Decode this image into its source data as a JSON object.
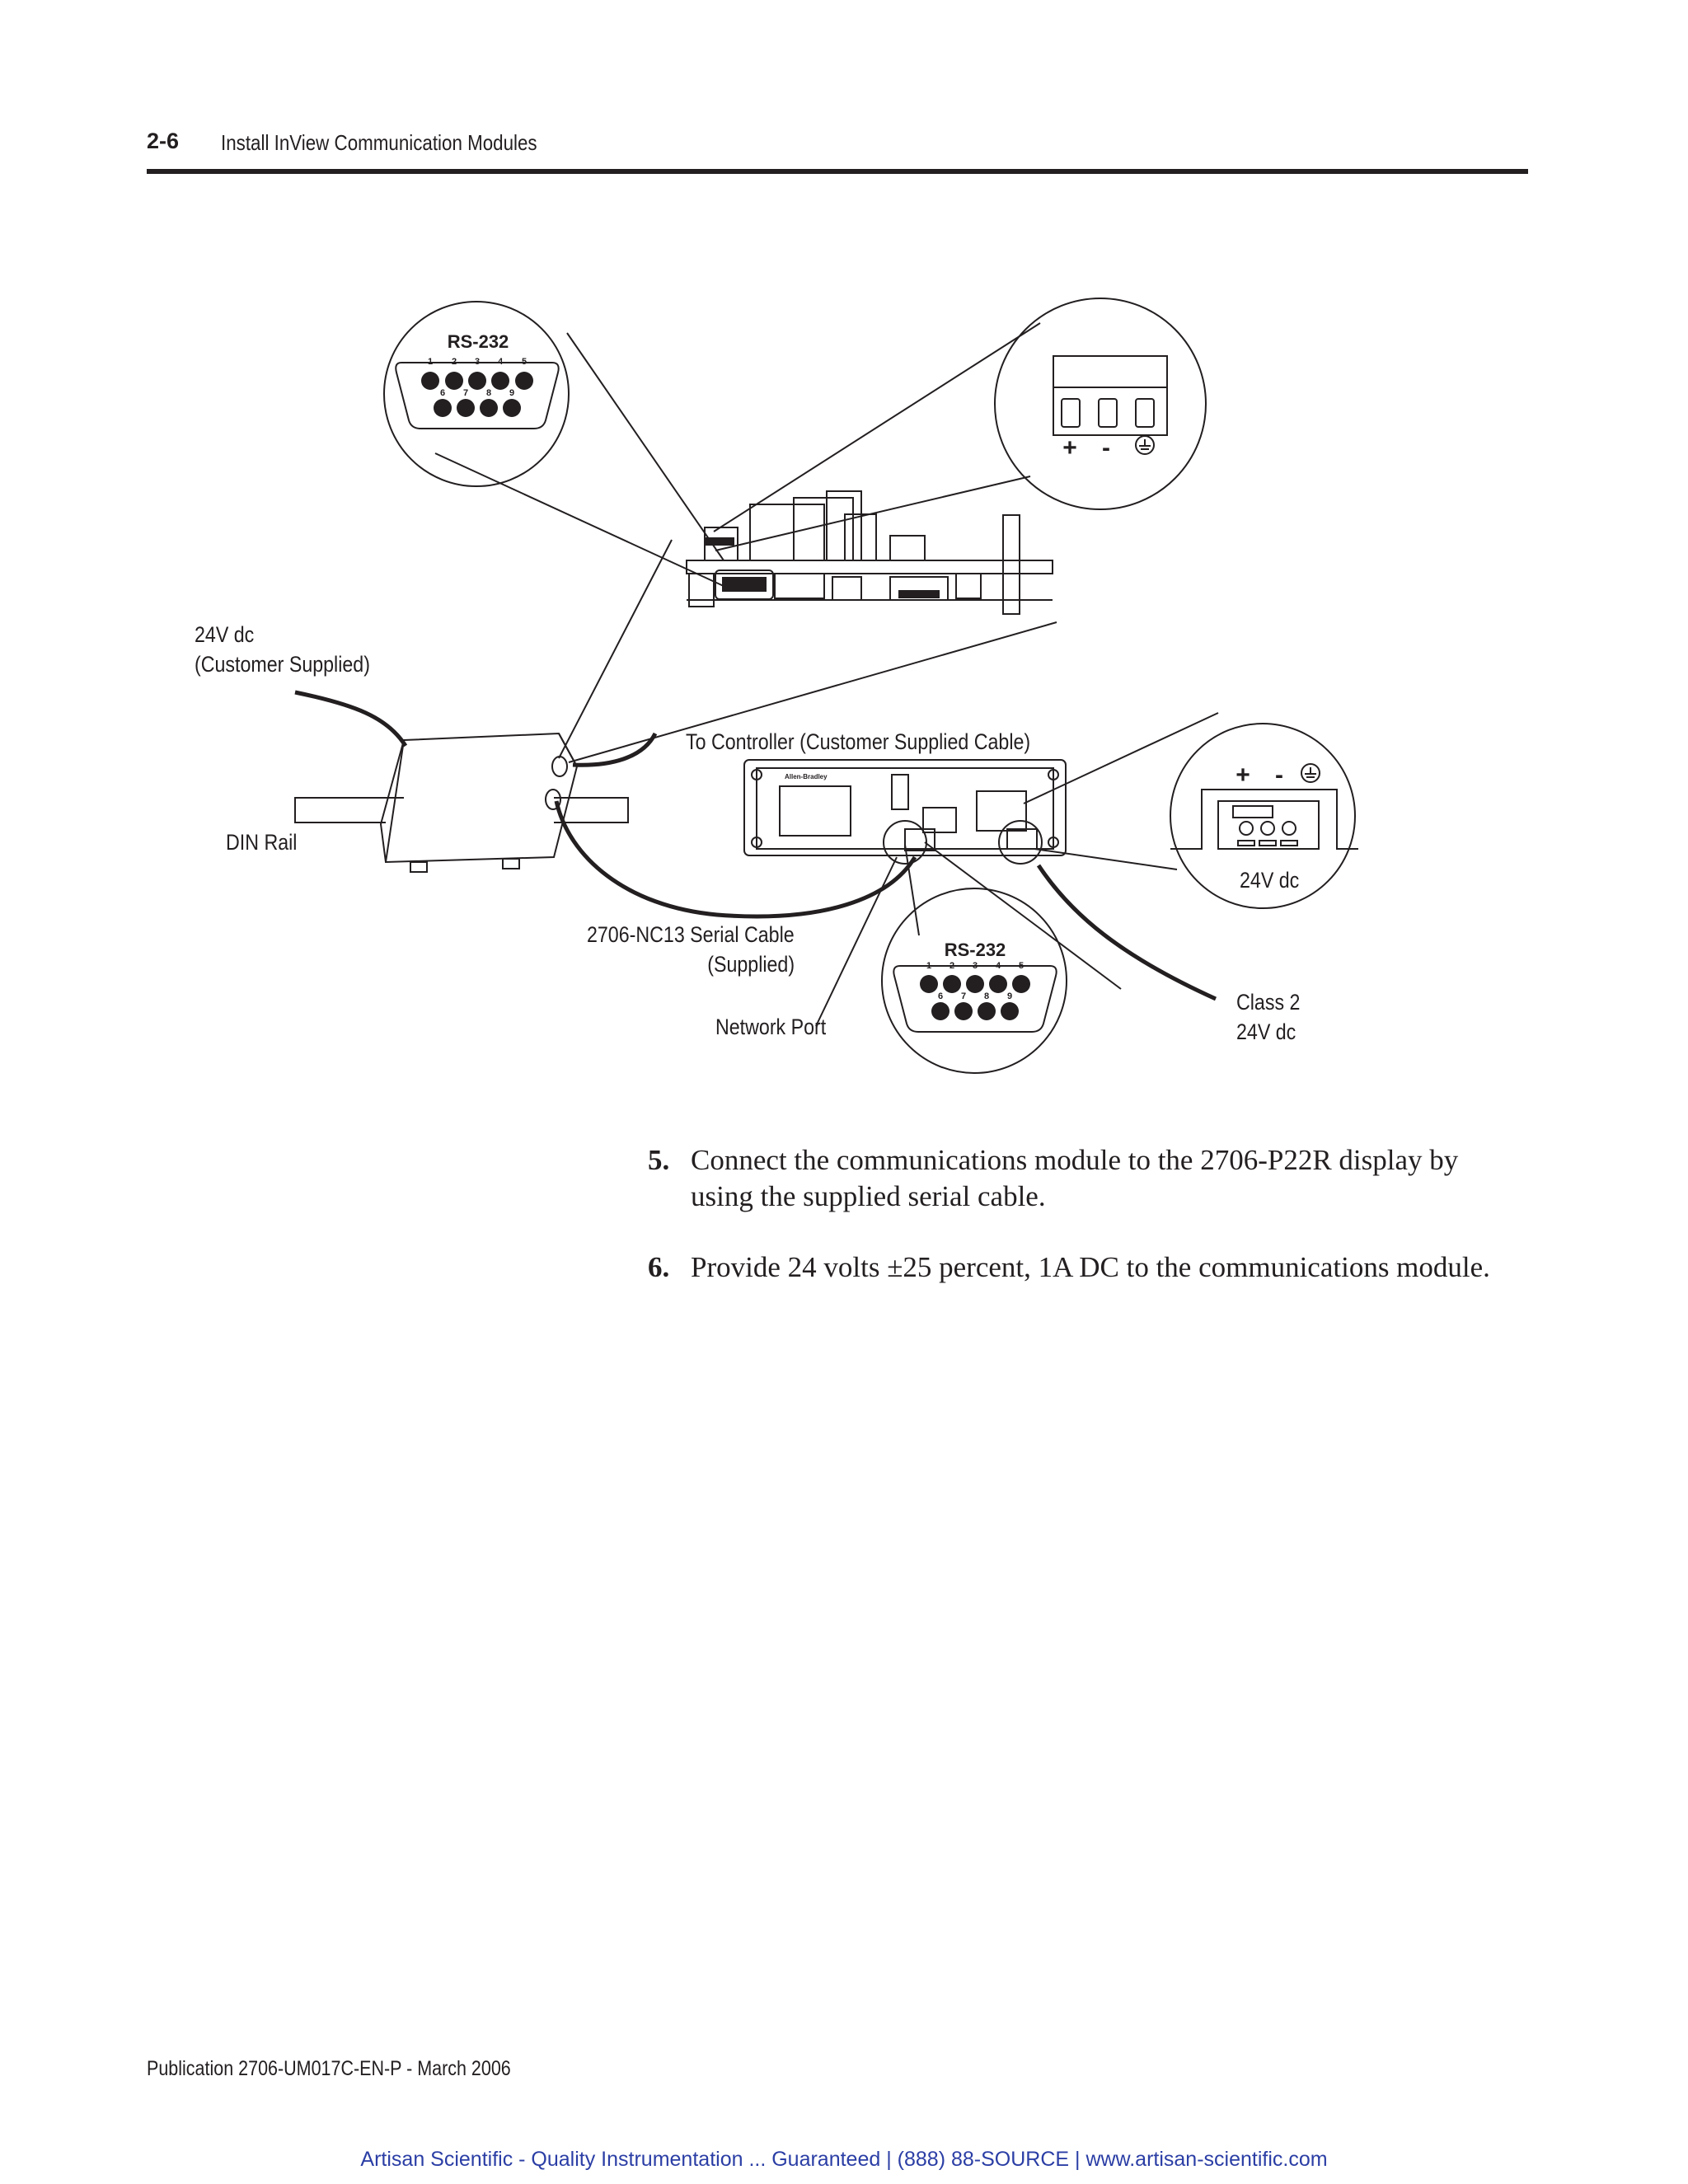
{
  "header": {
    "page_number": "2-6",
    "section_title": "Install InView Communication Modules"
  },
  "figure": {
    "labels": {
      "power_customer_line1": "24V dc",
      "power_customer_line2": "(Customer Supplied)",
      "din_rail": "DIN Rail",
      "to_controller": "To Controller (Customer Supplied Cable)",
      "serial_cable_line1": "2706-NC13 Serial Cable",
      "serial_cable_line2": "(Supplied)",
      "network_port": "Network Port",
      "class2_line1": "Class 2",
      "class2_line2": "24V dc",
      "dc_connector": "24V dc"
    },
    "rs232_top": {
      "title": "RS-232",
      "pins_top": [
        "1",
        "2",
        "3",
        "4",
        "5"
      ],
      "pins_bottom": [
        "6",
        "7",
        "8",
        "9"
      ]
    },
    "rs232_bottom": {
      "title": "RS-232",
      "pins_top": [
        "1",
        "2",
        "3",
        "4",
        "5"
      ],
      "pins_bottom": [
        "6",
        "7",
        "8",
        "9"
      ]
    },
    "terminal_top": {
      "plus": "+",
      "minus": "-"
    },
    "terminal_right": {
      "plus": "+",
      "minus": "-"
    },
    "display_brand": "Allen-Bradley"
  },
  "steps": [
    {
      "number": "5.",
      "text": "Connect the communications module to the 2706-P22R display by using the supplied serial cable."
    },
    {
      "number": "6.",
      "text": "Provide 24 volts ±25 percent, 1A DC to the communications module."
    }
  ],
  "footer": {
    "publication": "Publication 2706-UM017C-EN-P - March 2006",
    "advert": "Artisan Scientific - Quality Instrumentation ... Guaranteed | (888) 88-SOURCE | www.artisan-scientific.com"
  }
}
